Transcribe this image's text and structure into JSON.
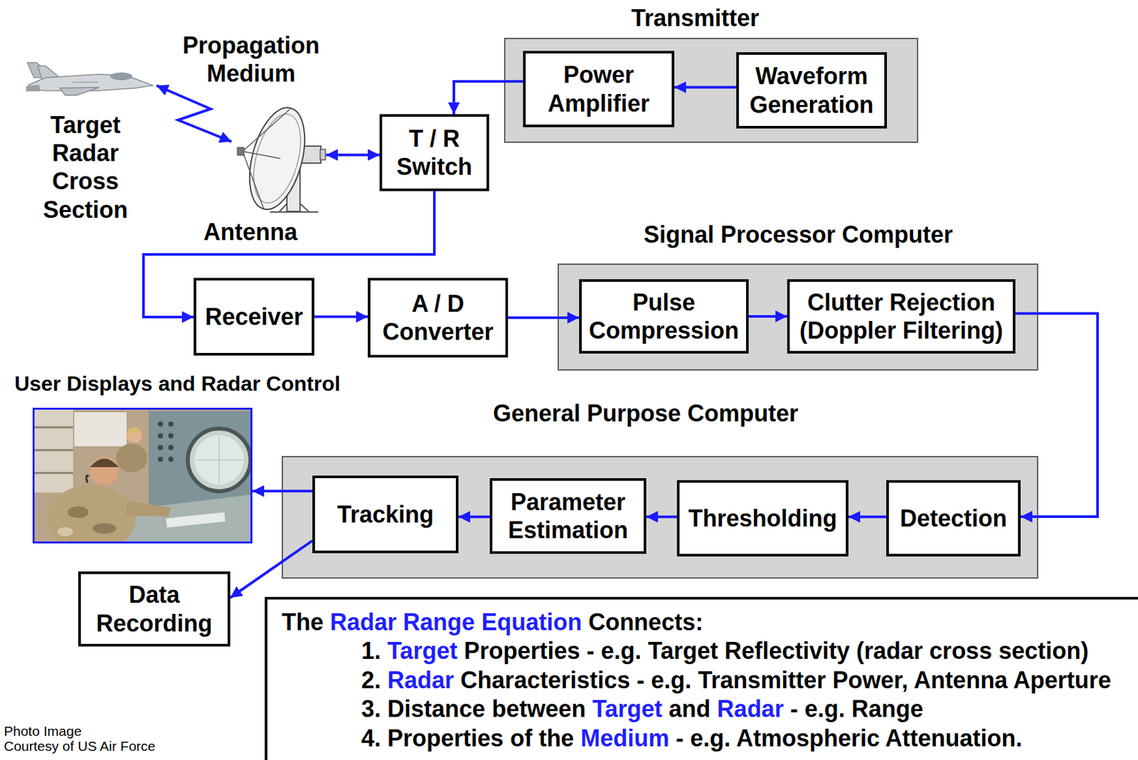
{
  "diagram": {
    "nodes": [
      {
        "text": [
          "Target Radar Cross Section"
        ]
      },
      {
        "text": [
          "Antenna"
        ]
      },
      {
        "text": [
          "Transmitter"
        ]
      },
      {
        "text": [
          "Power Amplifier"
        ],
        "in": 2
      },
      {
        "text": [
          "Waveform Generation"
        ],
        "in": 2
      },
      {
        "text": [
          "T / R Switch"
        ]
      },
      {
        "text": [
          "Receiver"
        ]
      },
      {
        "text": [
          "A / D Converter"
        ]
      },
      {
        "text": [
          "Signal Processor Computer"
        ]
      },
      {
        "text": [
          "Pulse Compression"
        ],
        "in": 8
      },
      {
        "text": [
          "Clutter Rejection (Doppler Filtering)"
        ],
        "in": 8
      },
      {
        "text": [
          "User Displays and Radar Control"
        ]
      },
      {
        "text": [
          "General Purpose Computer"
        ]
      },
      {
        "text": [
          "Tracking"
        ],
        "in": 12
      },
      {
        "text": [
          "Parameter Estimation"
        ],
        "in": 12
      },
      {
        "text": [
          "Thresholding"
        ],
        "in": 12
      },
      {
        "text": [
          "Detection"
        ],
        "in": 12
      },
      {
        "text": [
          "Data Recording"
        ]
      },
      {
        "text": [
          "The Radar Range Equation Connects:",
          "1. Target Properties - e.g. Target Reflectivity (radar cross section)",
          "2. Radar Characteristics - e.g. Transmitter Power, Antenna Aperture",
          "3. Distance between Target and Radar - e.g. Range",
          "4. Properties of the Medium - e.g. Atmospheric Attenuation."
        ]
      }
    ],
    "edges": [
      {
        "from": 0,
        "to": 1,
        "arrow": "both"
      },
      {
        "from": 1,
        "to": 5,
        "arrow": "both"
      },
      {
        "from": 4,
        "to": 3,
        "arrow": "to"
      },
      {
        "from": 3,
        "to": 5,
        "arrow": "to"
      },
      {
        "from": 5,
        "to": 6,
        "arrow": "to"
      },
      {
        "from": 6,
        "to": 7,
        "arrow": "to"
      },
      {
        "from": 7,
        "to": 9,
        "arrow": "to"
      },
      {
        "from": 9,
        "to": 10,
        "arrow": "to"
      },
      {
        "from": 10,
        "to": 16,
        "arrow": "to"
      },
      {
        "from": 16,
        "to": 15,
        "arrow": "to"
      },
      {
        "from": 15,
        "to": 14,
        "arrow": "to"
      },
      {
        "from": 14,
        "to": 13,
        "arrow": "to"
      },
      {
        "from": 13,
        "to": 11,
        "arrow": "to"
      },
      {
        "from": 13,
        "to": 17,
        "arrow": "to"
      }
    ],
    "labels": [
      "Propagation Medium",
      "Photo Image",
      "Courtesy of US Air Force"
    ]
  }
}
